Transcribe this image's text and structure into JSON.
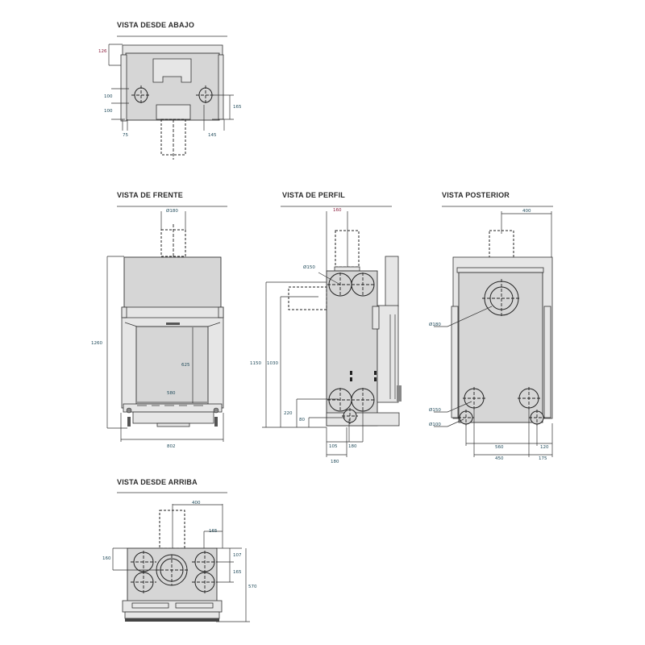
{
  "views": {
    "bottom": {
      "title": "VISTA DESDE ABAJO",
      "dims": {
        "d126": "126",
        "d100a": "100",
        "d100b": "100",
        "d165": "165",
        "d75": "75",
        "d145": "145"
      }
    },
    "front": {
      "title": "VISTA DE FRENTE",
      "dims": {
        "flue": "Ø180",
        "height": "1260",
        "width": "802",
        "door_h": "625",
        "door_w": "580"
      }
    },
    "profile": {
      "title": "VISTA DE PERFIL",
      "dims": {
        "d160": "160",
        "pipe": "Ø150",
        "d1150": "1150",
        "d1030": "1030",
        "d220": "220",
        "d80": "80",
        "d105": "105",
        "d180a": "180",
        "d180b": "180"
      }
    },
    "rear": {
      "title": "VISTA POSTERIOR",
      "dims": {
        "d400": "400",
        "flue": "Ø180",
        "pipe150": "Ø150",
        "pipe100": "Ø100",
        "d560": "560",
        "d120": "120",
        "d450": "450",
        "d175": "175"
      }
    },
    "top": {
      "title": "VISTA DESDE ARRIBA",
      "dims": {
        "d400": "400",
        "d165a": "165",
        "d160": "160",
        "d107": "107",
        "d165b": "165",
        "d570": "570"
      }
    }
  }
}
